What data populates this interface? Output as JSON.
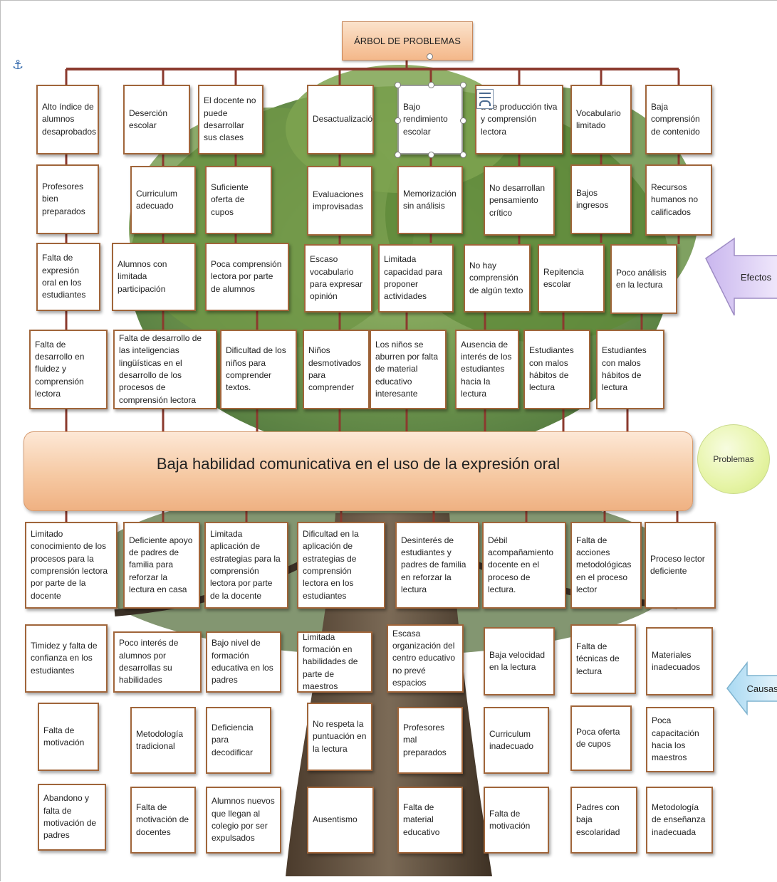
{
  "title": "ÁRBOL DE PROBLEMAS",
  "main_problem": "Baja habilidad comunicativa en el uso de la expresión oral",
  "labels": {
    "efectos": "Efectos",
    "problemas": "Problemas",
    "causas": "Causas"
  },
  "effects": [
    [
      "Alto índice de alumnos desaprobados",
      "Deserción escolar",
      "El docente no puede desarrollar sus clases",
      "Desactualización",
      "Bajo rendimiento escolar",
      "a de producción tiva y comprensión lectora",
      "Vocabulario limitado",
      "Baja comprensión de contenido"
    ],
    [
      "Profesores bien preparados",
      "Curriculum adecuado",
      "Suficiente oferta de cupos",
      "Evaluaciones improvisadas",
      "Memorización sin análisis",
      "No desarrollan pensamiento crítico",
      "Bajos ingresos",
      "Recursos humanos no calificados"
    ],
    [
      "Falta de expresión oral en los estudiantes",
      "Alumnos con limitada participación",
      "Poca comprensión lectora por parte de alumnos",
      "Escaso vocabulario para expresar opinión",
      "Limitada capacidad para proponer actividades",
      "No hay comprensión de algún texto",
      "Repitencia escolar",
      "Poco análisis en la lectura"
    ],
    [
      "Falta de desarrollo en fluidez y comprensión lectora",
      "Falta de desarrollo de las inteligencias lingüísticas en el desarrollo de los procesos de comprensión lectora",
      "Dificultad de los niños para comprender textos.",
      "Niños desmotivados para comprender",
      "Los niños se aburren por falta de material educativo interesante",
      "Ausencia de interés de los estudiantes hacia la lectura",
      "Estudiantes con malos hábitos de lectura",
      "Estudiantes con malos hábitos de lectura"
    ]
  ],
  "causes": [
    [
      "Limitado conocimiento de los procesos para la comprensión lectora por parte de la docente",
      "Deficiente apoyo de padres de familia para reforzar la lectura en casa",
      "Limitada aplicación de estrategias para la comprensión lectora por parte de la docente",
      "Dificultad en la aplicación de estrategias de comprensión lectora en los estudiantes",
      "Desinterés de estudiantes y padres de familia en reforzar la lectura",
      "Débil acompañamiento docente en el proceso de lectura.",
      "Falta de acciones metodológicas en el proceso lector",
      "Proceso lector deficiente"
    ],
    [
      "Timidez y falta de confianza en los estudiantes",
      "Poco interés de alumnos por desarrollas su habilidades",
      "Bajo nivel de formación educativa en los padres",
      "Limitada formación en habilidades de parte de maestros",
      "Escasa organización del centro educativo no prevé espacios",
      "Baja velocidad en la lectura",
      "Falta de técnicas de lectura",
      "Materiales inadecuados"
    ],
    [
      "Falta de motivación",
      "Metodología tradicional",
      "Deficiencia para decodificar",
      "No respeta la puntuación en la lectura",
      "Profesores mal preparados",
      "Curriculum inadecuado",
      "Poca oferta de cupos",
      "Poca capacitación hacia los maestros"
    ],
    [
      "Abandono y falta de motivación de padres",
      "Falta de motivación de docentes",
      "Alumnos nuevos que llegan al colegio por ser expulsados",
      "Ausentismo",
      "Falta de material educativo",
      "Falta de motivación",
      "Padres con baja escolaridad",
      "Metodología de enseñanza inadecuada"
    ]
  ],
  "colors": {
    "border": "#a0653a",
    "connector": "#8b3a2e",
    "bar_top": "#fde8d6",
    "bar_bottom": "#efb182",
    "efectos_arrow": "#d9c8f0",
    "causas_arrow": "#bfe3f5",
    "problemas_circle": "#e6f4a6"
  }
}
